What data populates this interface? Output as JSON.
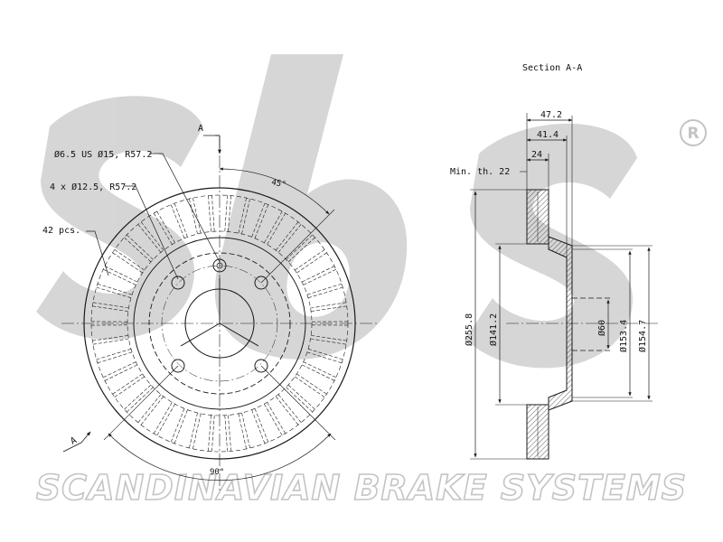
{
  "watermark": {
    "logo_text": "sbs",
    "tagline": "SCANDINAVIAN BRAKE SYSTEMS",
    "registered_mark": "R"
  },
  "front_view": {
    "section_marker_top": "A",
    "section_marker_bottom": "A",
    "callouts": {
      "hole_small": "Ø6.5 US Ø15, R57.2",
      "bolt_holes": "4 x Ø12.5, R57.2",
      "vanes": "42 pcs."
    },
    "angle_top": "45°",
    "angle_bottom": "90°"
  },
  "section_view": {
    "title": "Section A-A",
    "min_thickness": "Min. th. 22",
    "dims": {
      "hat_height": "47.2",
      "offset": "41.4",
      "thickness": "24",
      "outer_dia": "Ø255.8",
      "inner_dia": "Ø141.2",
      "center_bore": "Ø60",
      "hat_dia_inner": "Ø153.4",
      "hat_dia_outer": "Ø154.7"
    }
  },
  "colors": {
    "line": "#1a1a1a",
    "watermark": "#c4c4c4",
    "background": "#ffffff"
  }
}
